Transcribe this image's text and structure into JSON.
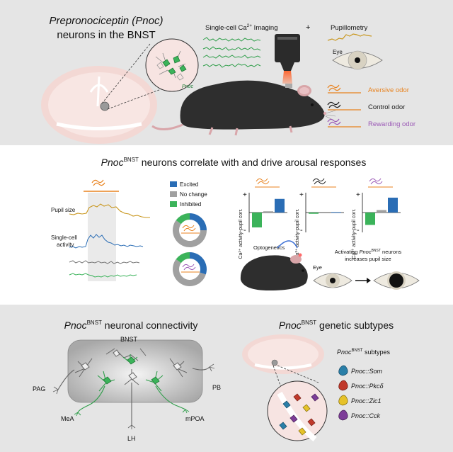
{
  "top": {
    "title_line1": "Prepronociceptin (Pnoc)",
    "title_line2": "neurons in the BNST",
    "imaging_label_main": "Single-cell Ca",
    "imaging_label_sup": "2+",
    "imaging_label_end": " Imaging",
    "plus": "+",
    "pupillometry_label": "Pupillometry",
    "eye_label": "Eye",
    "inset_label": "Pnoc",
    "odors": [
      {
        "label": "Aversive odor",
        "color": "#e8821e"
      },
      {
        "label": "Control odor",
        "color": "#1a1a1a"
      },
      {
        "label": "Rewarding odor",
        "color": "#9b59b6"
      }
    ]
  },
  "middle": {
    "title_main": "Pnoc",
    "title_sup": "BNST",
    "title_rest": " neurons correlate with and drive arousal responses",
    "pupil_size_label": "Pupil size",
    "singlecell_label_1": "Single-cell",
    "singlecell_label_2": "activity",
    "legend": [
      {
        "label": "Excited",
        "color": "#2a6db5"
      },
      {
        "label": "No change",
        "color": "#a0a0a0"
      },
      {
        "label": "Inhibited",
        "color": "#3bb35a"
      }
    ],
    "donuts": [
      {
        "odor": "Aversive",
        "excited": 0.25,
        "nochange": 0.6,
        "inhibited": 0.15
      },
      {
        "odor": "Rewarding",
        "excited": 0.3,
        "nochange": 0.55,
        "inhibited": 0.15
      }
    ],
    "bar_axis_label": "Ca²⁺ activity-pupil corr.",
    "bar_plus": "+",
    "bar_minus": "-",
    "bar_groups": [
      {
        "odor": "Aversive",
        "values": [
          -0.6,
          0.05,
          0.55
        ]
      },
      {
        "odor": "Control",
        "values": [
          -0.05,
          -0.02,
          0.02
        ]
      },
      {
        "odor": "Rewarding",
        "values": [
          -0.5,
          0.1,
          0.6
        ]
      }
    ],
    "optogenetics_label": "Optogenetics",
    "activating_line1_a": "Activating ",
    "activating_line1_b": "Pnoc",
    "activating_line1_sup": "BNST",
    "activating_line1_c": " neurons",
    "activating_line2": "increases pupil size",
    "eye_label": "Eye"
  },
  "bottom": {
    "connectivity_title": "Pnoc",
    "connectivity_sup": "BNST",
    "connectivity_rest": " neuronal connectivity",
    "region_labels": {
      "bnst": "BNST",
      "pag": "PAG",
      "pb": "PB",
      "mea": "MeA",
      "mpoa": "mPOA",
      "lh": "LH"
    },
    "subtypes_title": "Pnoc",
    "subtypes_sup": "BNST",
    "subtypes_rest": " genetic subtypes",
    "subtypes_legend_title": "Pnoc",
    "subtypes_legend_sup": "BNST",
    "subtypes_legend_rest": " subtypes",
    "subtypes": [
      {
        "label": "Pnoc::Som",
        "color": "#2a7fa8"
      },
      {
        "label": "Pnoc::Pkcδ",
        "color": "#c0392b"
      },
      {
        "label": "Pnoc::Zic1",
        "color": "#e6c229"
      },
      {
        "label": "Pnoc::Cck",
        "color": "#7d3c98"
      }
    ]
  }
}
